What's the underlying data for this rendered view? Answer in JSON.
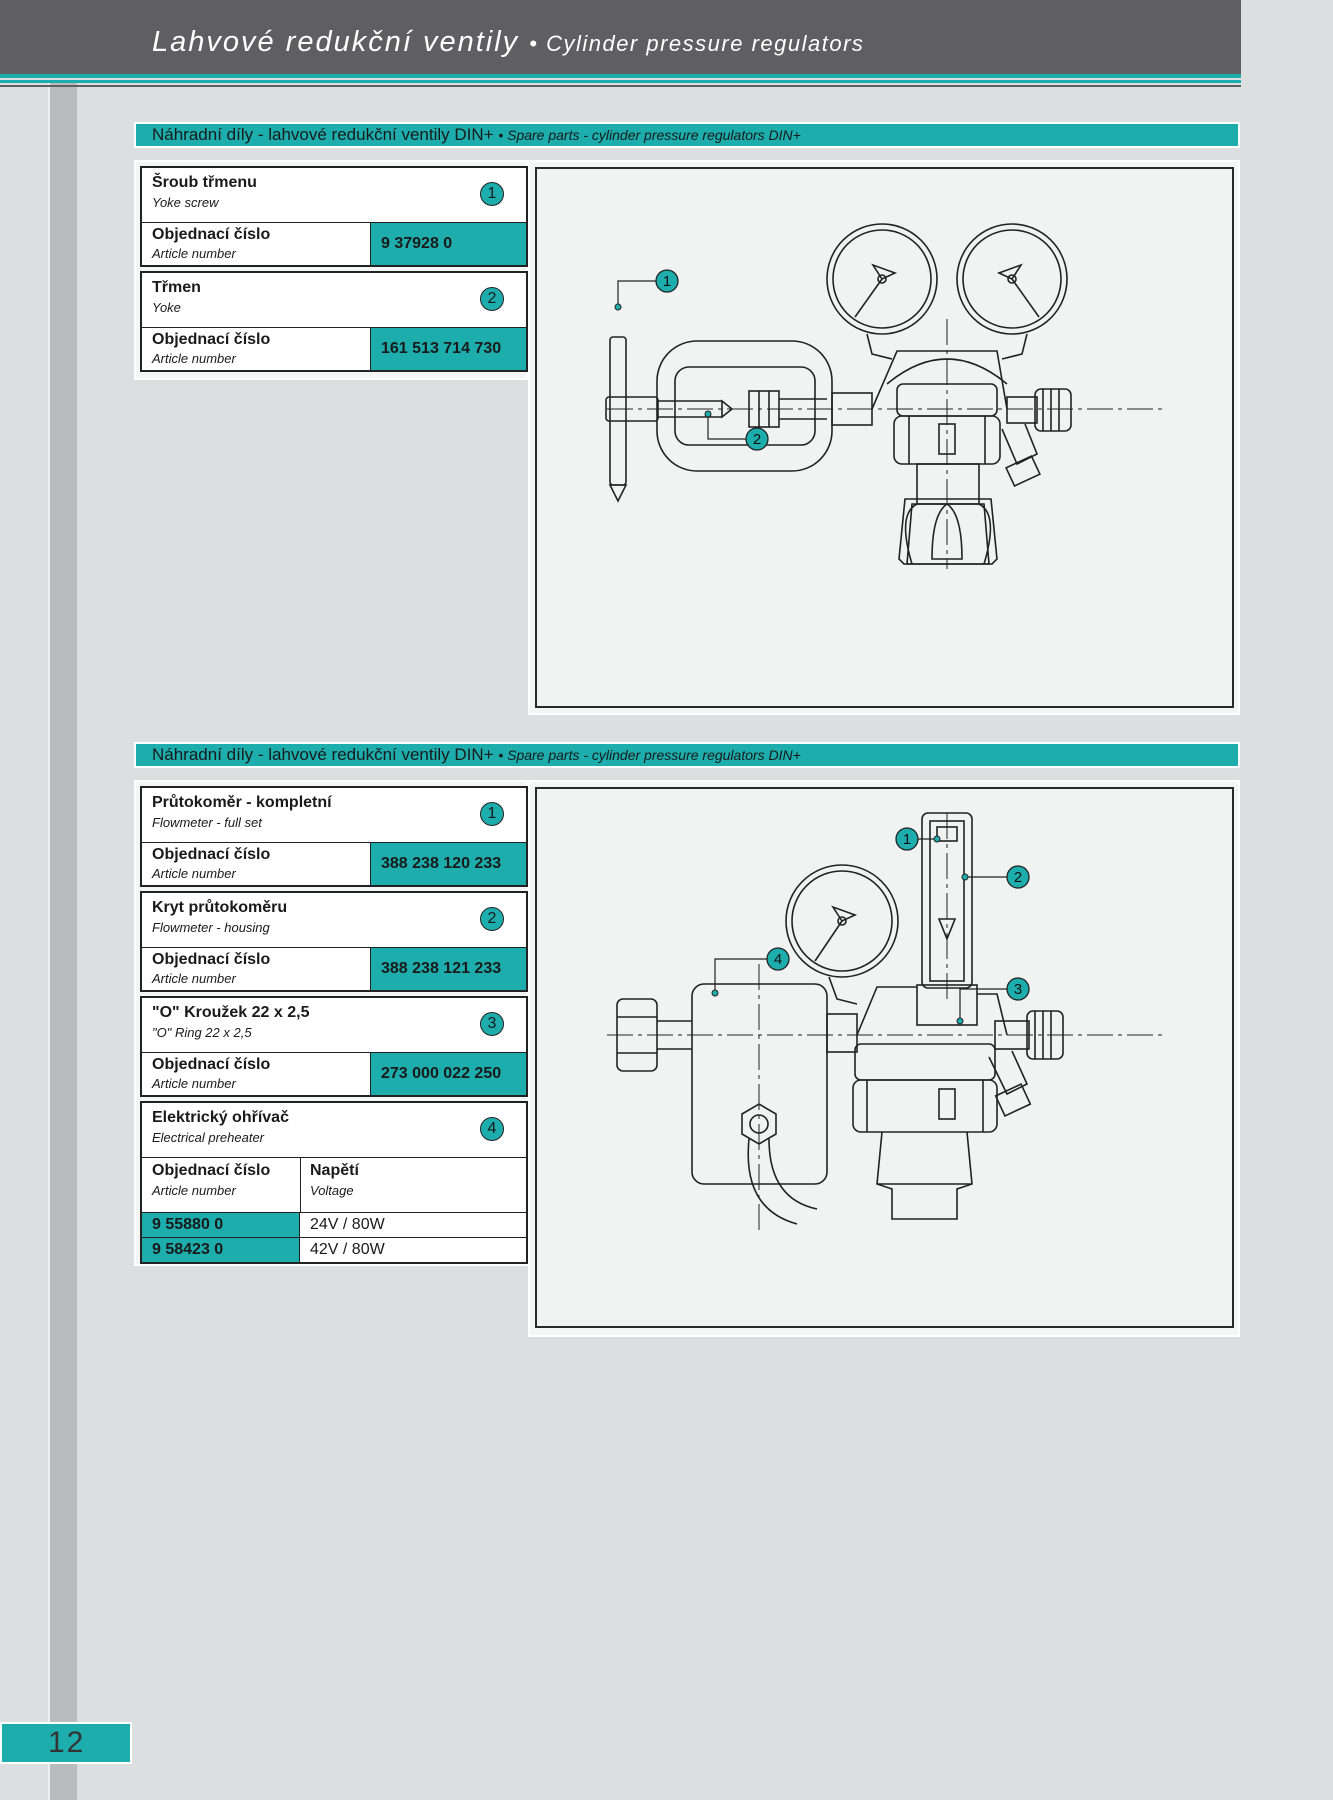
{
  "header": {
    "title_cz": "Lahvové redukční ventily",
    "title_en": "• Cylinder pressure regulators"
  },
  "sections": [
    {
      "title_cz": "Náhradní díly - lahvové redukční ventily DIN+",
      "title_en": "• Spare parts - cylinder pressure regulators DIN+",
      "parts": [
        {
          "name": "Šroub třmenu",
          "name_en": "Yoke screw",
          "index": "1",
          "art_label": "Objednací číslo",
          "art_en": "Article number",
          "article": "9 37928 0"
        },
        {
          "name": "Třmen",
          "name_en": "Yoke",
          "index": "2",
          "art_label": "Objednací číslo",
          "art_en": "Article number",
          "article": "161 513 714 730"
        }
      ],
      "callouts": [
        "1",
        "2"
      ]
    },
    {
      "title_cz": "Náhradní díly - lahvové redukční ventily DIN+",
      "title_en": "• Spare parts - cylinder pressure regulators DIN+",
      "parts": [
        {
          "name": "Průtokoměr - kompletní",
          "name_en": "Flowmeter - full set",
          "index": "1",
          "art_label": "Objednací číslo",
          "art_en": "Article number",
          "article": "388 238 120 233"
        },
        {
          "name": "Kryt průtokoměru",
          "name_en": "Flowmeter - housing",
          "index": "2",
          "art_label": "Objednací číslo",
          "art_en": "Article number",
          "article": "388 238 121 233"
        },
        {
          "name": "\"O\" Kroužek 22 x 2,5",
          "name_en": "\"O\" Ring 22 x 2,5",
          "index": "3",
          "art_label": "Objednací číslo",
          "art_en": "Article number",
          "article": "273 000 022 250"
        }
      ],
      "heater": {
        "name": "Elektrický ohřívač",
        "name_en": "Electrical preheater",
        "index": "4",
        "art_label": "Objednací číslo",
        "art_en": "Article number",
        "volt_label": "Napětí",
        "volt_en": "Voltage",
        "rows": [
          {
            "code": "9 55880 0",
            "voltage": "24V / 80W"
          },
          {
            "code": "9 58423 0",
            "voltage": "42V / 80W"
          }
        ]
      },
      "callouts": [
        "1",
        "2",
        "3",
        "4"
      ]
    }
  ],
  "page_number": "12",
  "colors": {
    "accent": "#1cadac",
    "header": "#5f5f61",
    "background": "#dcdee0"
  }
}
